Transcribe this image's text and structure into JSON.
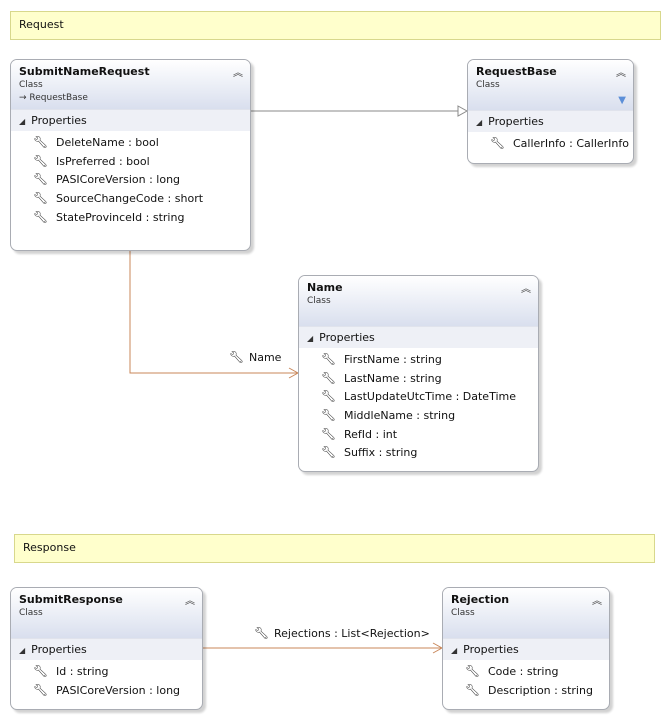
{
  "notes": {
    "request": "Request",
    "response": "Response"
  },
  "section_label": "Properties",
  "classes": {
    "submit_name_request": {
      "name": "SubmitNameRequest",
      "stereotype": "Class",
      "inherits": "RequestBase",
      "properties": [
        "DeleteName : bool",
        "IsPreferred : bool",
        "PASICoreVersion : long",
        "SourceChangeCode : short",
        "StateProvinceId : string"
      ]
    },
    "request_base": {
      "name": "RequestBase",
      "stereotype": "Class",
      "properties": [
        "CallerInfo : CallerInfo"
      ]
    },
    "name": {
      "name": "Name",
      "stereotype": "Class",
      "properties": [
        "FirstName : string",
        "LastName : string",
        "LastUpdateUtcTime : DateTime",
        "MiddleName : string",
        "RefId : int",
        "Suffix : string"
      ]
    },
    "submit_response": {
      "name": "SubmitResponse",
      "stereotype": "Class",
      "properties": [
        "Id : string",
        "PASICoreVersion : long"
      ]
    },
    "rejection": {
      "name": "Rejection",
      "stereotype": "Class",
      "properties": [
        "Code : string",
        "Description : string"
      ]
    }
  },
  "associations": {
    "name": "Name",
    "rejections": "Rejections : List<Rejection>"
  },
  "colors": {
    "association": "#c9875a",
    "inheritance": "#8a8a8a",
    "note_fill": "#ffffcc"
  }
}
